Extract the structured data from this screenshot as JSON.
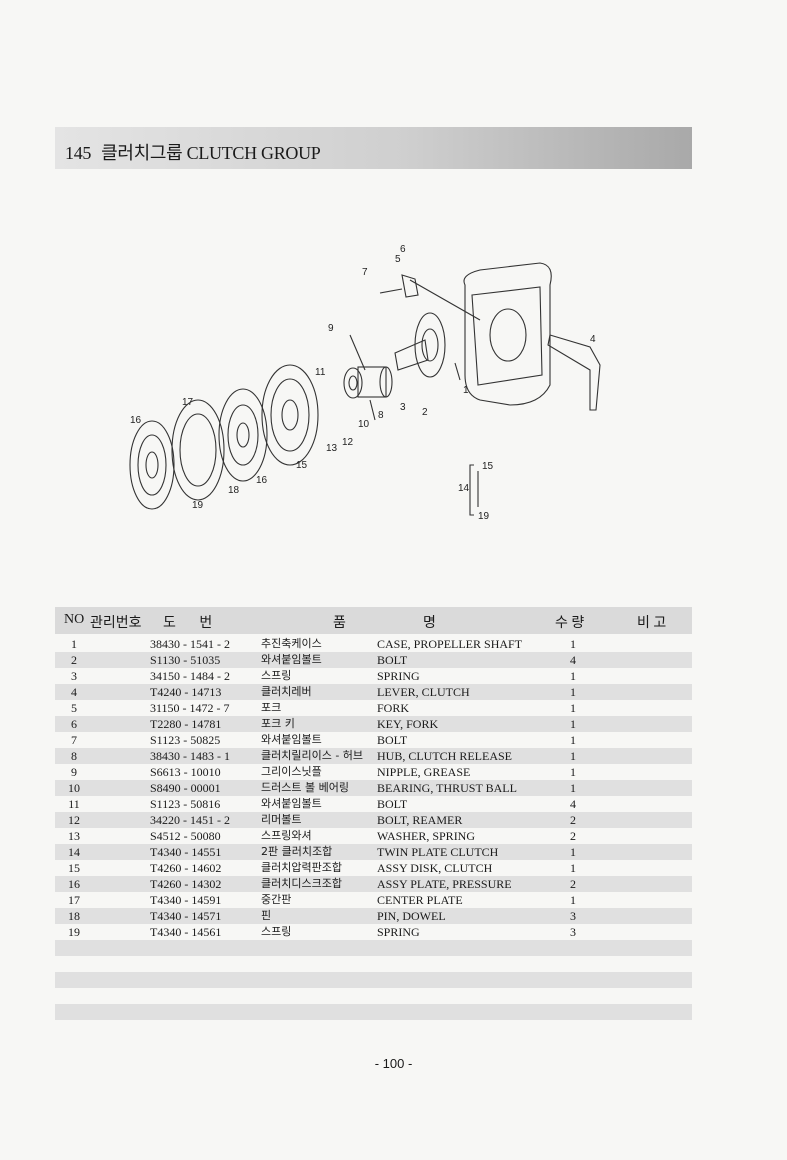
{
  "header": {
    "number": "145",
    "title": "클러치그룹 CLUTCH GROUP"
  },
  "diagram": {
    "callouts": [
      "1",
      "2",
      "3",
      "4",
      "5",
      "6",
      "7",
      "8",
      "9",
      "10",
      "11",
      "12",
      "13",
      "14",
      "15",
      "16",
      "17",
      "18",
      "19",
      "16",
      "15",
      "15",
      "19"
    ]
  },
  "table": {
    "headers": {
      "no": "NO",
      "mgmt": "관리번호",
      "drawing": "도  번",
      "name_1": "품",
      "name_2": "명",
      "qty": "수 량",
      "remark": "비 고"
    },
    "rows": [
      {
        "no": "1",
        "code": "38430 - 1541 - 2",
        "kr": "추진축케이스",
        "en": "CASE, PROPELLER SHAFT",
        "qty": "1"
      },
      {
        "no": "2",
        "code": "S1130 - 51035",
        "kr": "와셔붙임볼트",
        "en": "BOLT",
        "qty": "4"
      },
      {
        "no": "3",
        "code": "34150 - 1484 - 2",
        "kr": "스프링",
        "en": "SPRING",
        "qty": "1"
      },
      {
        "no": "4",
        "code": "T4240 - 14713",
        "kr": "클러치레버",
        "en": "LEVER, CLUTCH",
        "qty": "1"
      },
      {
        "no": "5",
        "code": "31150 - 1472 - 7",
        "kr": "포크",
        "en": "FORK",
        "qty": "1"
      },
      {
        "no": "6",
        "code": "T2280 - 14781",
        "kr": "포크 키",
        "en": "KEY, FORK",
        "qty": "1"
      },
      {
        "no": "7",
        "code": "S1123 - 50825",
        "kr": "와셔붙임볼트",
        "en": "BOLT",
        "qty": "1"
      },
      {
        "no": "8",
        "code": "38430 - 1483 - 1",
        "kr": "클러치릴리이스 - 허브",
        "en": "HUB, CLUTCH RELEASE",
        "qty": "1"
      },
      {
        "no": "9",
        "code": "S6613 - 10010",
        "kr": "그리이스닛플",
        "en": "NIPPLE, GREASE",
        "qty": "1"
      },
      {
        "no": "10",
        "code": "S8490 - 00001",
        "kr": "드러스트 볼 베어링",
        "en": "BEARING, THRUST BALL",
        "qty": "1"
      },
      {
        "no": "11",
        "code": "S1123 - 50816",
        "kr": "와셔붙임볼트",
        "en": "BOLT",
        "qty": "4"
      },
      {
        "no": "12",
        "code": "34220 - 1451 - 2",
        "kr": "리머볼트",
        "en": "BOLT, REAMER",
        "qty": "2"
      },
      {
        "no": "13",
        "code": "S4512 - 50080",
        "kr": "스프링와셔",
        "en": "WASHER, SPRING",
        "qty": "2"
      },
      {
        "no": "14",
        "code": "T4340 - 14551",
        "kr": "2판 클러치조합",
        "en": "TWIN PLATE CLUTCH",
        "qty": "1"
      },
      {
        "no": "15",
        "code": "T4260 - 14602",
        "kr": "클러치압력판조합",
        "en": "ASSY DISK, CLUTCH",
        "qty": "1"
      },
      {
        "no": "16",
        "code": "T4260 - 14302",
        "kr": "클러치디스크조합",
        "en": "ASSY PLATE, PRESSURE",
        "qty": "2"
      },
      {
        "no": "17",
        "code": "T4340 - 14591",
        "kr": "중간판",
        "en": "CENTER PLATE",
        "qty": "1"
      },
      {
        "no": "18",
        "code": "T4340 - 14571",
        "kr": "핀",
        "en": "PIN, DOWEL",
        "qty": "3"
      },
      {
        "no": "19",
        "code": "T4340 - 14561",
        "kr": "스프링",
        "en": "SPRING",
        "qty": "3"
      }
    ]
  },
  "footer": {
    "page": "- 100 -"
  }
}
